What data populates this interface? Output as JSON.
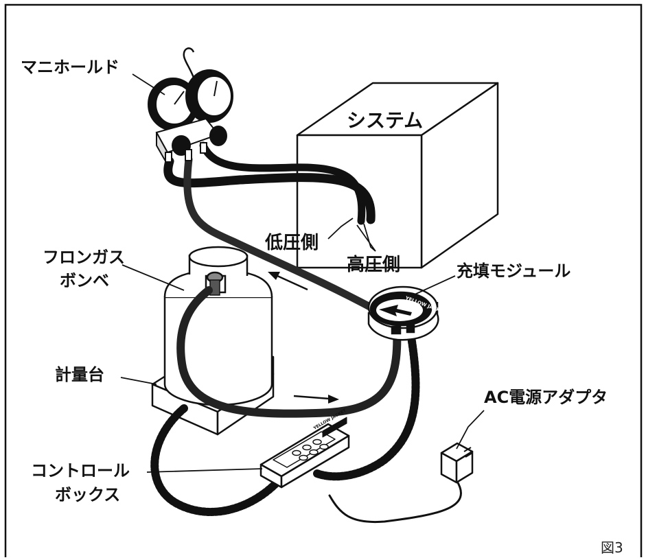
{
  "labels": {
    "manifold": "マニホールド",
    "system": "システム",
    "low_side": "低圧側",
    "high_side": "高圧側",
    "freon_cylinder_line1": "フロンガス",
    "freon_cylinder_line2": "ボンベ",
    "charging_module": "充填モジュール",
    "scale": "計量台",
    "ac_adapter": "AC電源アダプタ",
    "control_box_line1": "コントロール",
    "control_box_line2": "ボックス",
    "figure_number": "図3"
  },
  "device_markings": {
    "module_brand": "YELLOW JACKET",
    "control_brand": "YELLOW JACKET"
  }
}
